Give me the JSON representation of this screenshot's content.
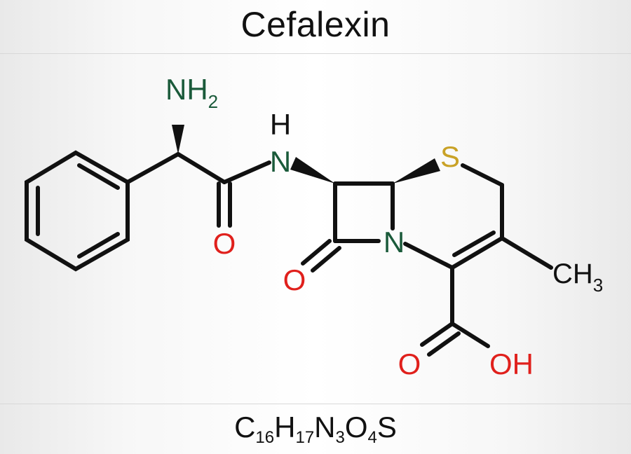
{
  "title": "Cefalexin",
  "formula": {
    "parts": [
      {
        "el": "C",
        "n": "16"
      },
      {
        "el": "H",
        "n": "17"
      },
      {
        "el": "N",
        "n": "3"
      },
      {
        "el": "O",
        "n": "4"
      },
      {
        "el": "S",
        "n": ""
      }
    ]
  },
  "atoms": {
    "nh2": {
      "main": "NH",
      "sub": "2"
    },
    "amide_n": "N",
    "amide_h": "H",
    "s": "S",
    "ring_n": "N",
    "amide_o": "O",
    "lactam_o": "O",
    "acid_o": "O",
    "oh": "OH",
    "ch3": {
      "main": "CH",
      "sub": "3"
    }
  },
  "colors": {
    "bond": "#111111",
    "nitrogen": "#1a5a3a",
    "oxygen": "#e0201c",
    "sulfur": "#c9a227",
    "text": "#111111"
  }
}
